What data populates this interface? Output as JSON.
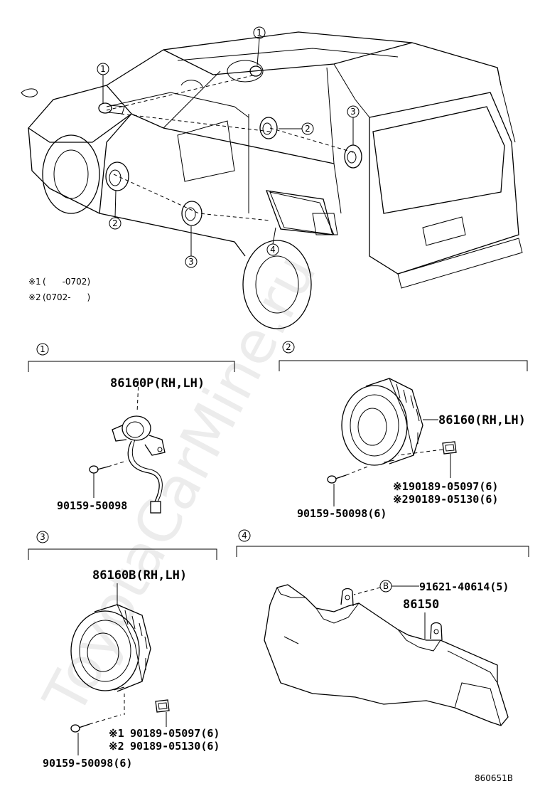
{
  "watermark": "ToyotaCarMine.ru",
  "diagram_id": "860651B",
  "notes": {
    "n1_mark": "※1",
    "n1_range": "(      -0702)",
    "n2_mark": "※2",
    "n2_range": "(0702-      )"
  },
  "callouts": {
    "c1": "1",
    "c2": "2",
    "c3": "3",
    "c4": "4"
  },
  "group1": {
    "number": "1",
    "speaker_part": "86160P(RH,LH)",
    "screw_part": "90159-50098"
  },
  "group2": {
    "number": "2",
    "speaker_part": "86160(RH,LH)",
    "clip_part_1_mark": "※1",
    "clip_part_1": "90189-05097(6)",
    "clip_part_2_mark": "※2",
    "clip_part_2": "90189-05130(6)",
    "screw_part": "90159-50098(6)"
  },
  "group3": {
    "number": "3",
    "speaker_part": "86160B(RH,LH)",
    "clip_part_1_mark": "※1",
    "clip_part_1": "90189-05097(6)",
    "clip_part_2_mark": "※2",
    "clip_part_2": "90189-05130(6)",
    "screw_part": "90159-50098(6)"
  },
  "group4": {
    "number": "4",
    "clip_marker": "B",
    "clip_part": "91621-40614(5)",
    "subwoofer_part": "86150"
  }
}
